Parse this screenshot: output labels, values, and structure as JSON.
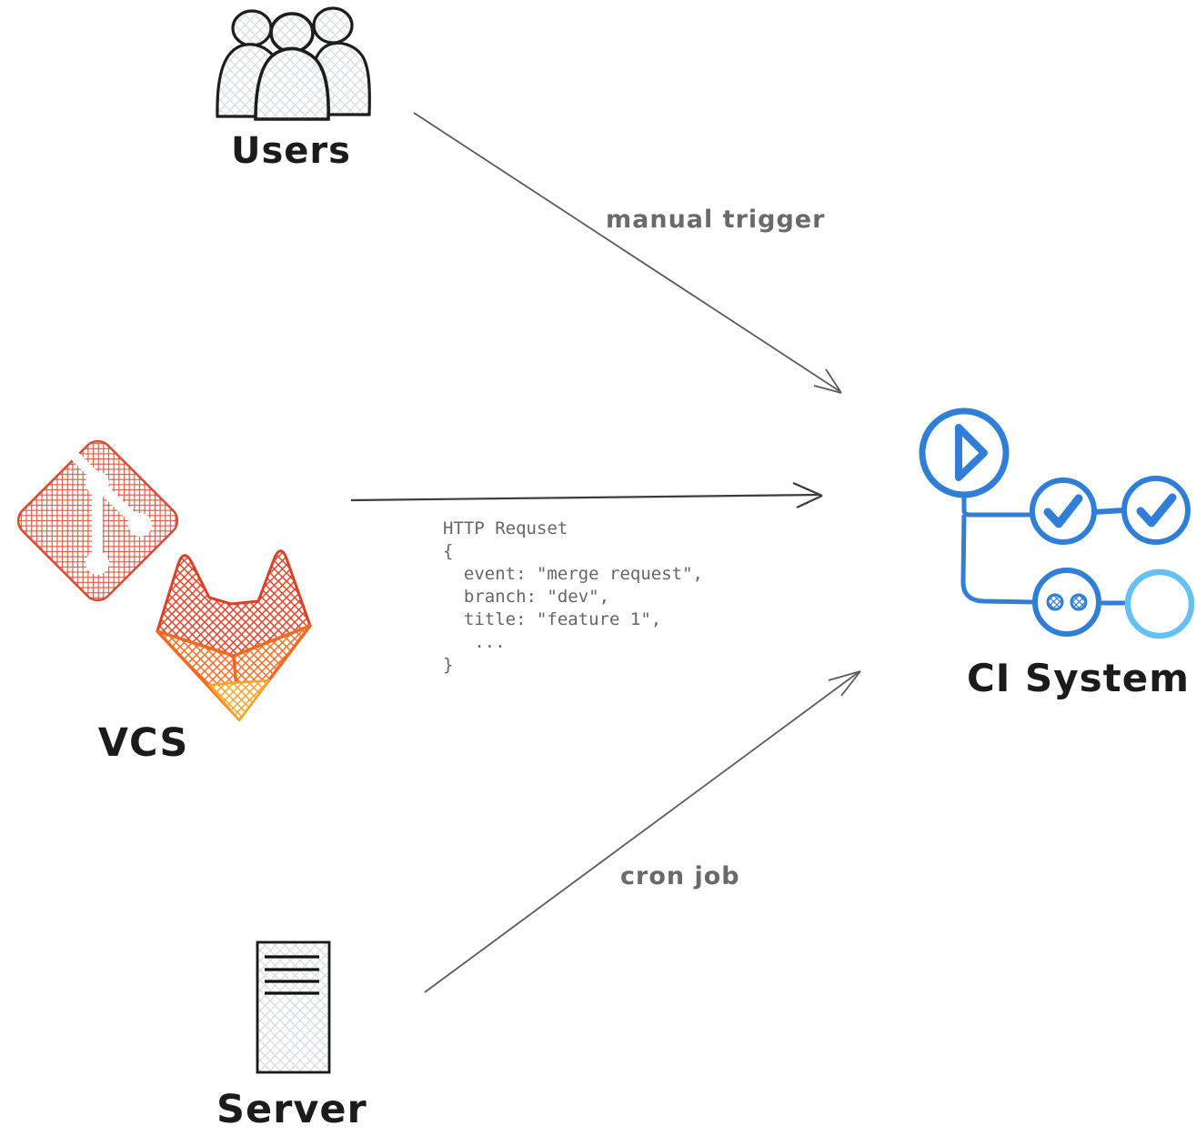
{
  "nodes": {
    "users": {
      "label": "Users",
      "icon": "three-users-icon"
    },
    "vcs": {
      "label": "VCS",
      "icons": [
        "git-logo-icon",
        "gitlab-fox-icon"
      ]
    },
    "server": {
      "label": "Server",
      "icon": "server-tower-icon"
    },
    "ci_system": {
      "label": "CI System",
      "icon": "pipeline-icon",
      "pipeline_stages": [
        "play",
        "check",
        "check",
        "running",
        "pending"
      ]
    }
  },
  "edges": {
    "manual_trigger": {
      "label": "manual trigger",
      "from": "users",
      "to": "ci_system"
    },
    "http_request": {
      "from": "vcs",
      "to": "ci_system",
      "lines": [
        "HTTP Requset",
        "{",
        "  event: \"merge request\",",
        "  branch: \"dev\",",
        "  title: \"feature 1\",",
        "   ...",
        "}"
      ]
    },
    "cron_job": {
      "label": "cron job",
      "from": "server",
      "to": "ci_system"
    }
  },
  "colors": {
    "canvas_bg": "#ffffff",
    "node_label": "#1b1b1b",
    "edge_label": "#6a6a6a",
    "code_text": "#666666",
    "arrow_gray": "#565656",
    "arrow_dark": "#3c3c3c",
    "outline_black": "#1d1d1d",
    "sketch_fill_gray": "#d7dce1",
    "git_red": "#e0503a",
    "gitlab_red_orange": "#e24329",
    "gitlab_orange": "#fc6d26",
    "gitlab_amber": "#fca326",
    "ci_blue": "#2f7fd8",
    "ci_light_blue": "#64c1f4"
  }
}
